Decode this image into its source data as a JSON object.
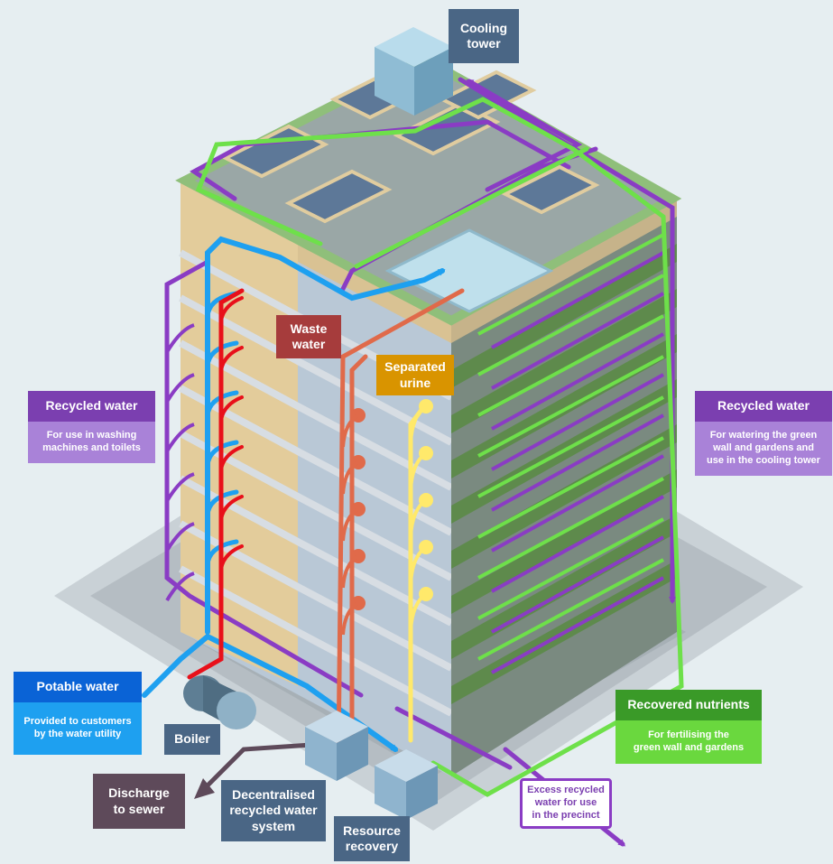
{
  "labels": {
    "cooling_tower": "Cooling\ntower",
    "waste_water": "Waste\nwater",
    "separated_urine": "Separated\nurine",
    "recycled_left_title": "Recycled water",
    "recycled_left_desc": "For use in washing\nmachines and toilets",
    "recycled_right_title": "Recycled water",
    "recycled_right_desc": "For watering the green\nwall and gardens and\nuse in the cooling tower",
    "potable_title": "Potable water",
    "potable_desc": "Provided to customers\nby the water utility",
    "boiler": "Boiler",
    "discharge": "Discharge\nto sewer",
    "decentralised": "Decentralised\nrecycled water\nsystem",
    "resource_recovery": "Resource\nrecovery",
    "recovered_title": "Recovered nutrients",
    "recovered_desc": "For fertilising the\ngreen wall and gardens",
    "excess": "Excess recycled\nwater for use\nin the precinct"
  },
  "colors": {
    "background": "#e6eef1",
    "potable": "#1ea0f0",
    "hot_water": "#e8101a",
    "waste": "#e06a4a",
    "urine": "#ffe96b",
    "recycled": "#8a3cc4",
    "nutrients": "#6ee04a",
    "label_dark": "#4a6685",
    "label_purple": "#7b3fb0",
    "label_green": "#3a9a28"
  }
}
